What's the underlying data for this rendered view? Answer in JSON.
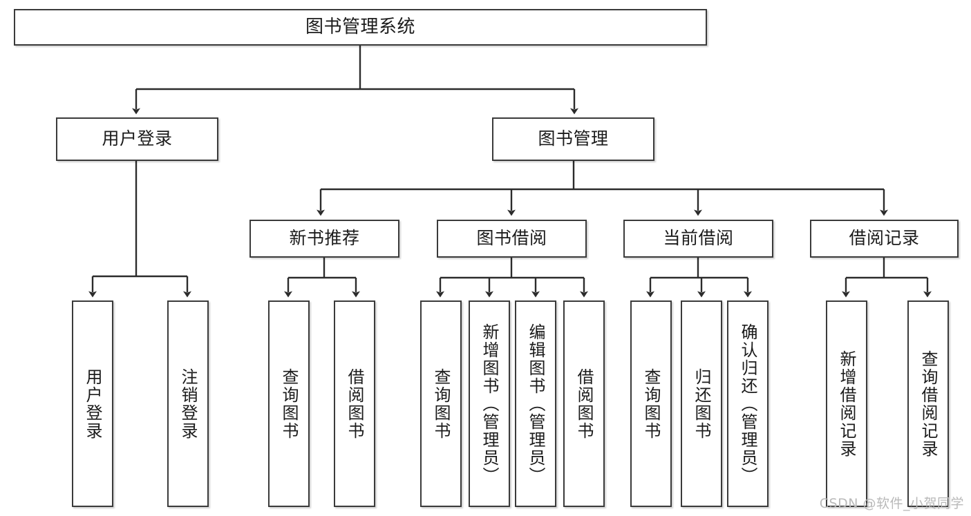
{
  "diagram": {
    "type": "tree",
    "title": "图书管理系统",
    "root": {
      "label": "图书管理系统"
    },
    "level2": [
      {
        "label": "用户登录"
      },
      {
        "label": "图书管理"
      }
    ],
    "level3": [
      {
        "label": "新书推荐"
      },
      {
        "label": "图书借阅"
      },
      {
        "label": "当前借阅"
      },
      {
        "label": "借阅记录"
      }
    ],
    "leaves": {
      "user_login": [
        {
          "label": "用户登录"
        },
        {
          "label": "注销登录"
        }
      ],
      "new_book_recommend": [
        {
          "label": "查询图书"
        },
        {
          "label": "借阅图书"
        }
      ],
      "book_borrow": [
        {
          "label": "查询图书"
        },
        {
          "label": "新增图书（管理员）"
        },
        {
          "label": "编辑图书（管理员）"
        },
        {
          "label": "借阅图书"
        }
      ],
      "current_borrow": [
        {
          "label": "查询图书"
        },
        {
          "label": "归还图书"
        },
        {
          "label": "确认归还（管理员）"
        }
      ],
      "borrow_record": [
        {
          "label": "新增借阅记录"
        },
        {
          "label": "查询借阅记录"
        }
      ]
    }
  },
  "watermark": {
    "text": "CSDN @软件_小贺同学"
  },
  "colors": {
    "box_border": "#3a3a3a",
    "box_fill": "#ffffff",
    "text": "#1b1b1b",
    "watermark": "#b9b9b9",
    "edge": "#2b2b2b"
  }
}
